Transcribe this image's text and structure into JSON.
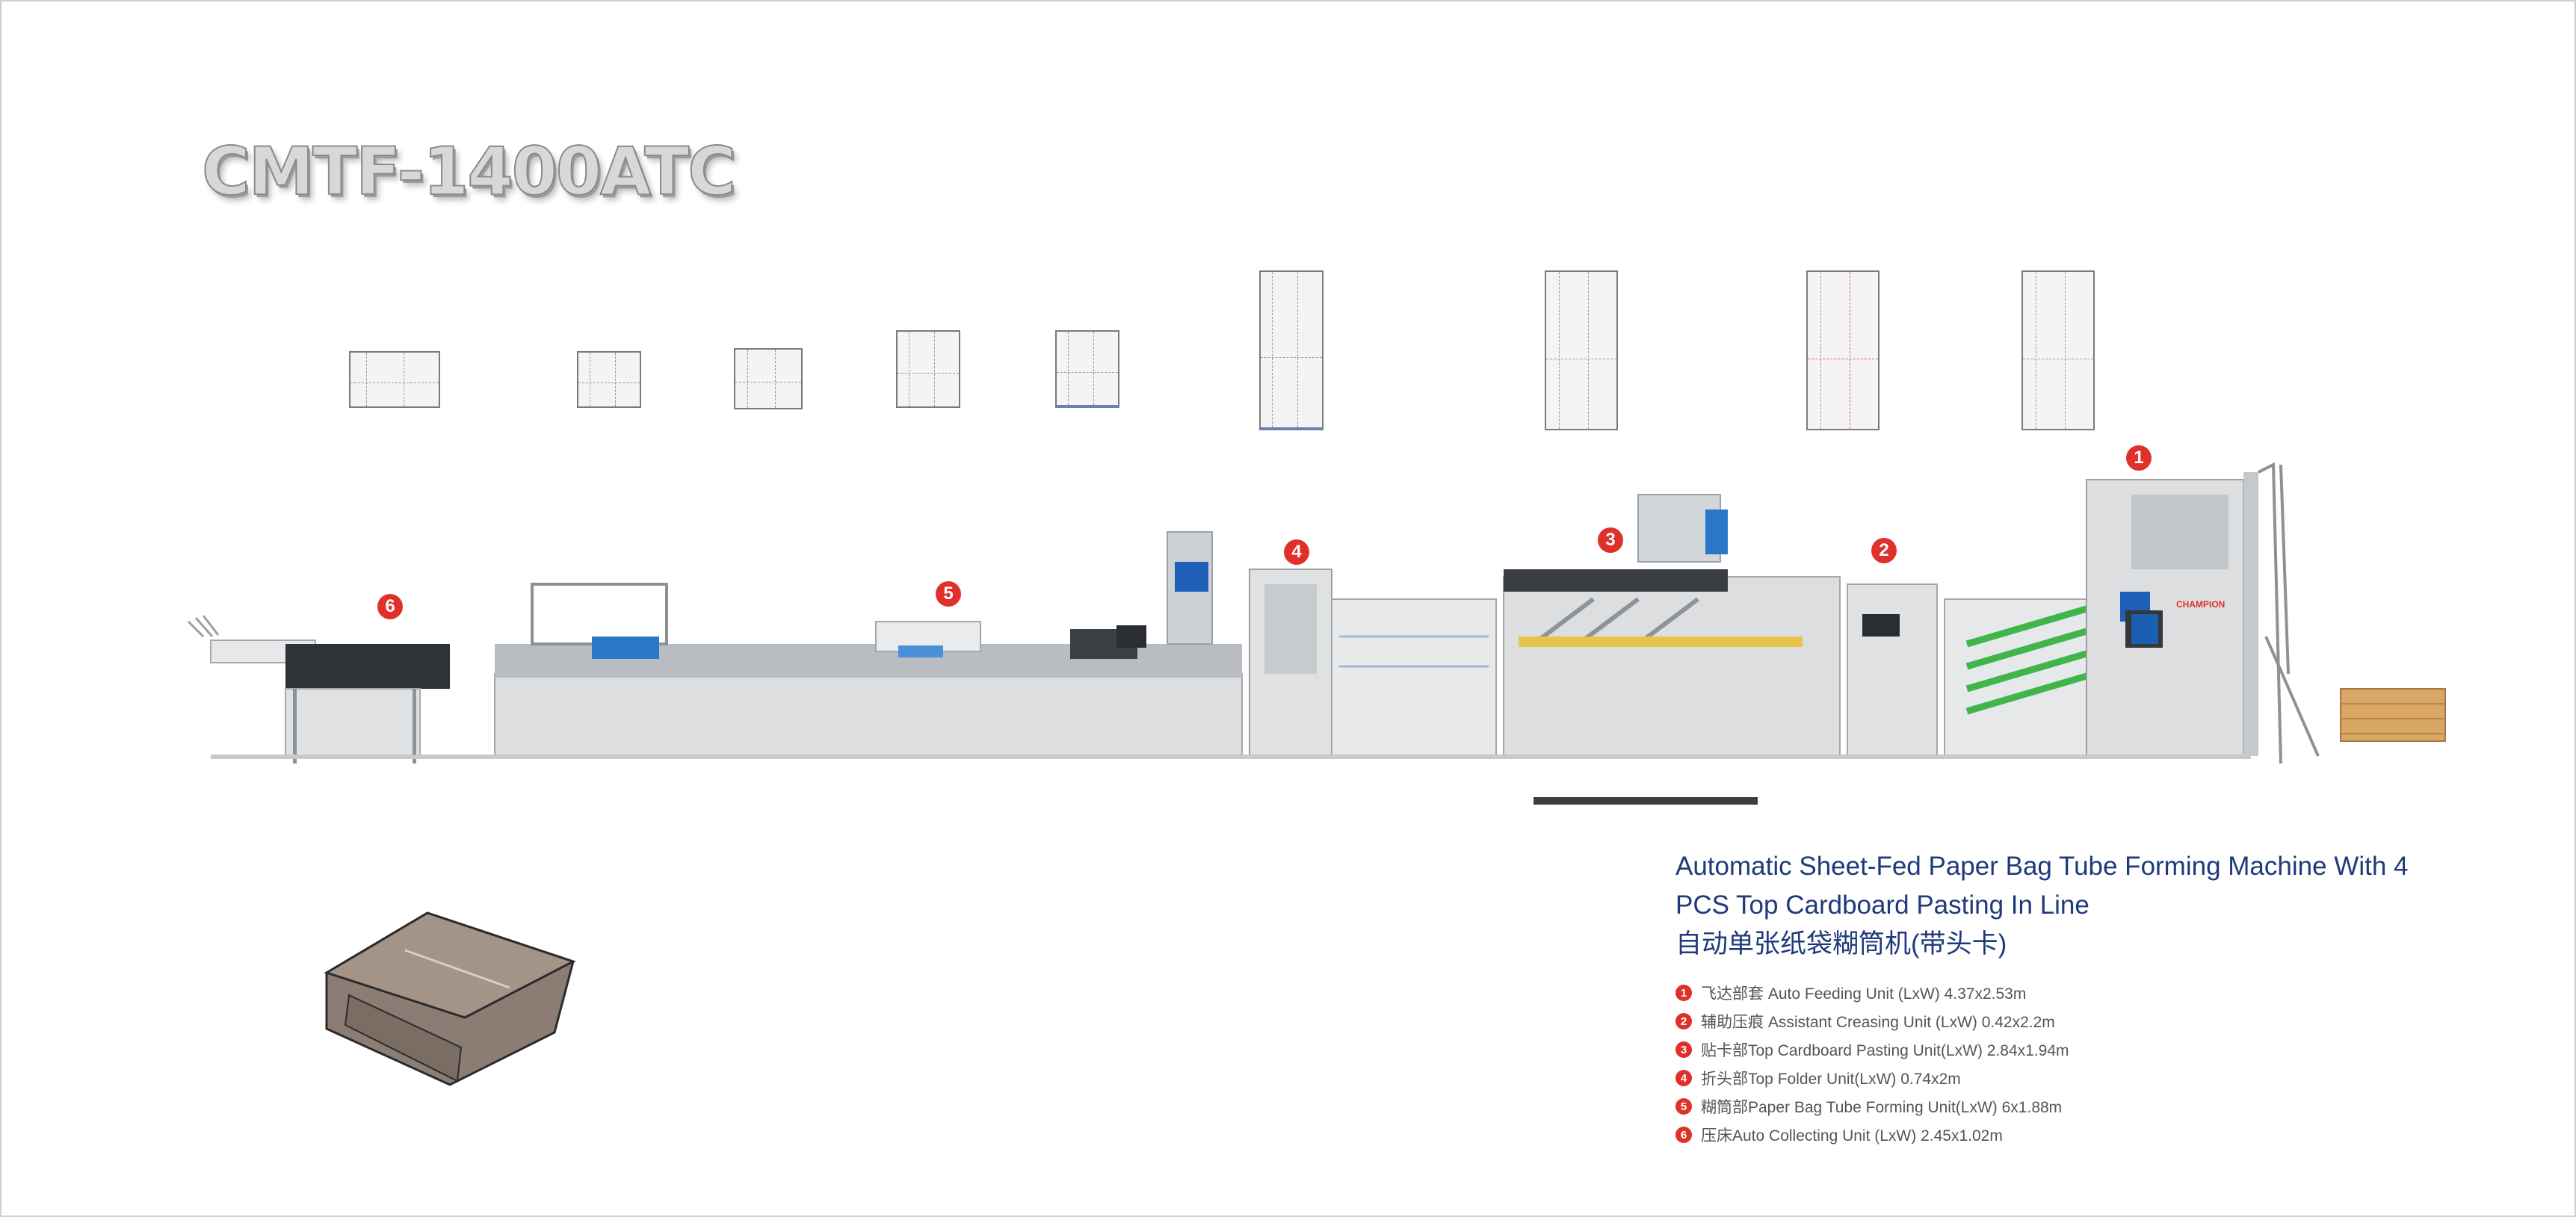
{
  "model": "CMTF-1400ATC",
  "headline": {
    "line1": "Automatic Sheet-Fed Paper Bag Tube Forming Machine With 4",
    "line2": "PCS Top Cardboard Pasting In Line",
    "line3": "自动单张纸袋糊筒机(带头卡)"
  },
  "units": [
    {
      "num": "1",
      "text": "飞达部套 Auto Feeding Unit (LxW) 4.37x2.53m"
    },
    {
      "num": "2",
      "text": "辅助压痕 Assistant Creasing Unit (LxW) 0.42x2.2m"
    },
    {
      "num": "3",
      "text": "贴卡部Top Cardboard Pasting Unit(LxW) 2.84x1.94m"
    },
    {
      "num": "4",
      "text": "折头部Top Folder Unit(LxW) 0.74x2m"
    },
    {
      "num": "5",
      "text": "糊筒部Paper Bag Tube Forming Unit(LxW) 6x1.88m"
    },
    {
      "num": "6",
      "text": "压床Auto Collecting Unit (LxW) 2.45x1.02m"
    }
  ],
  "callouts": [
    "1",
    "2",
    "3",
    "4",
    "5",
    "6"
  ],
  "brand_label": "CHAMPION",
  "colors": {
    "accent": "#e0302a",
    "headline": "#1e3a7a",
    "machine": "#d9dbdd",
    "green": "#3fb54a",
    "blue": "#2a6fd0"
  }
}
